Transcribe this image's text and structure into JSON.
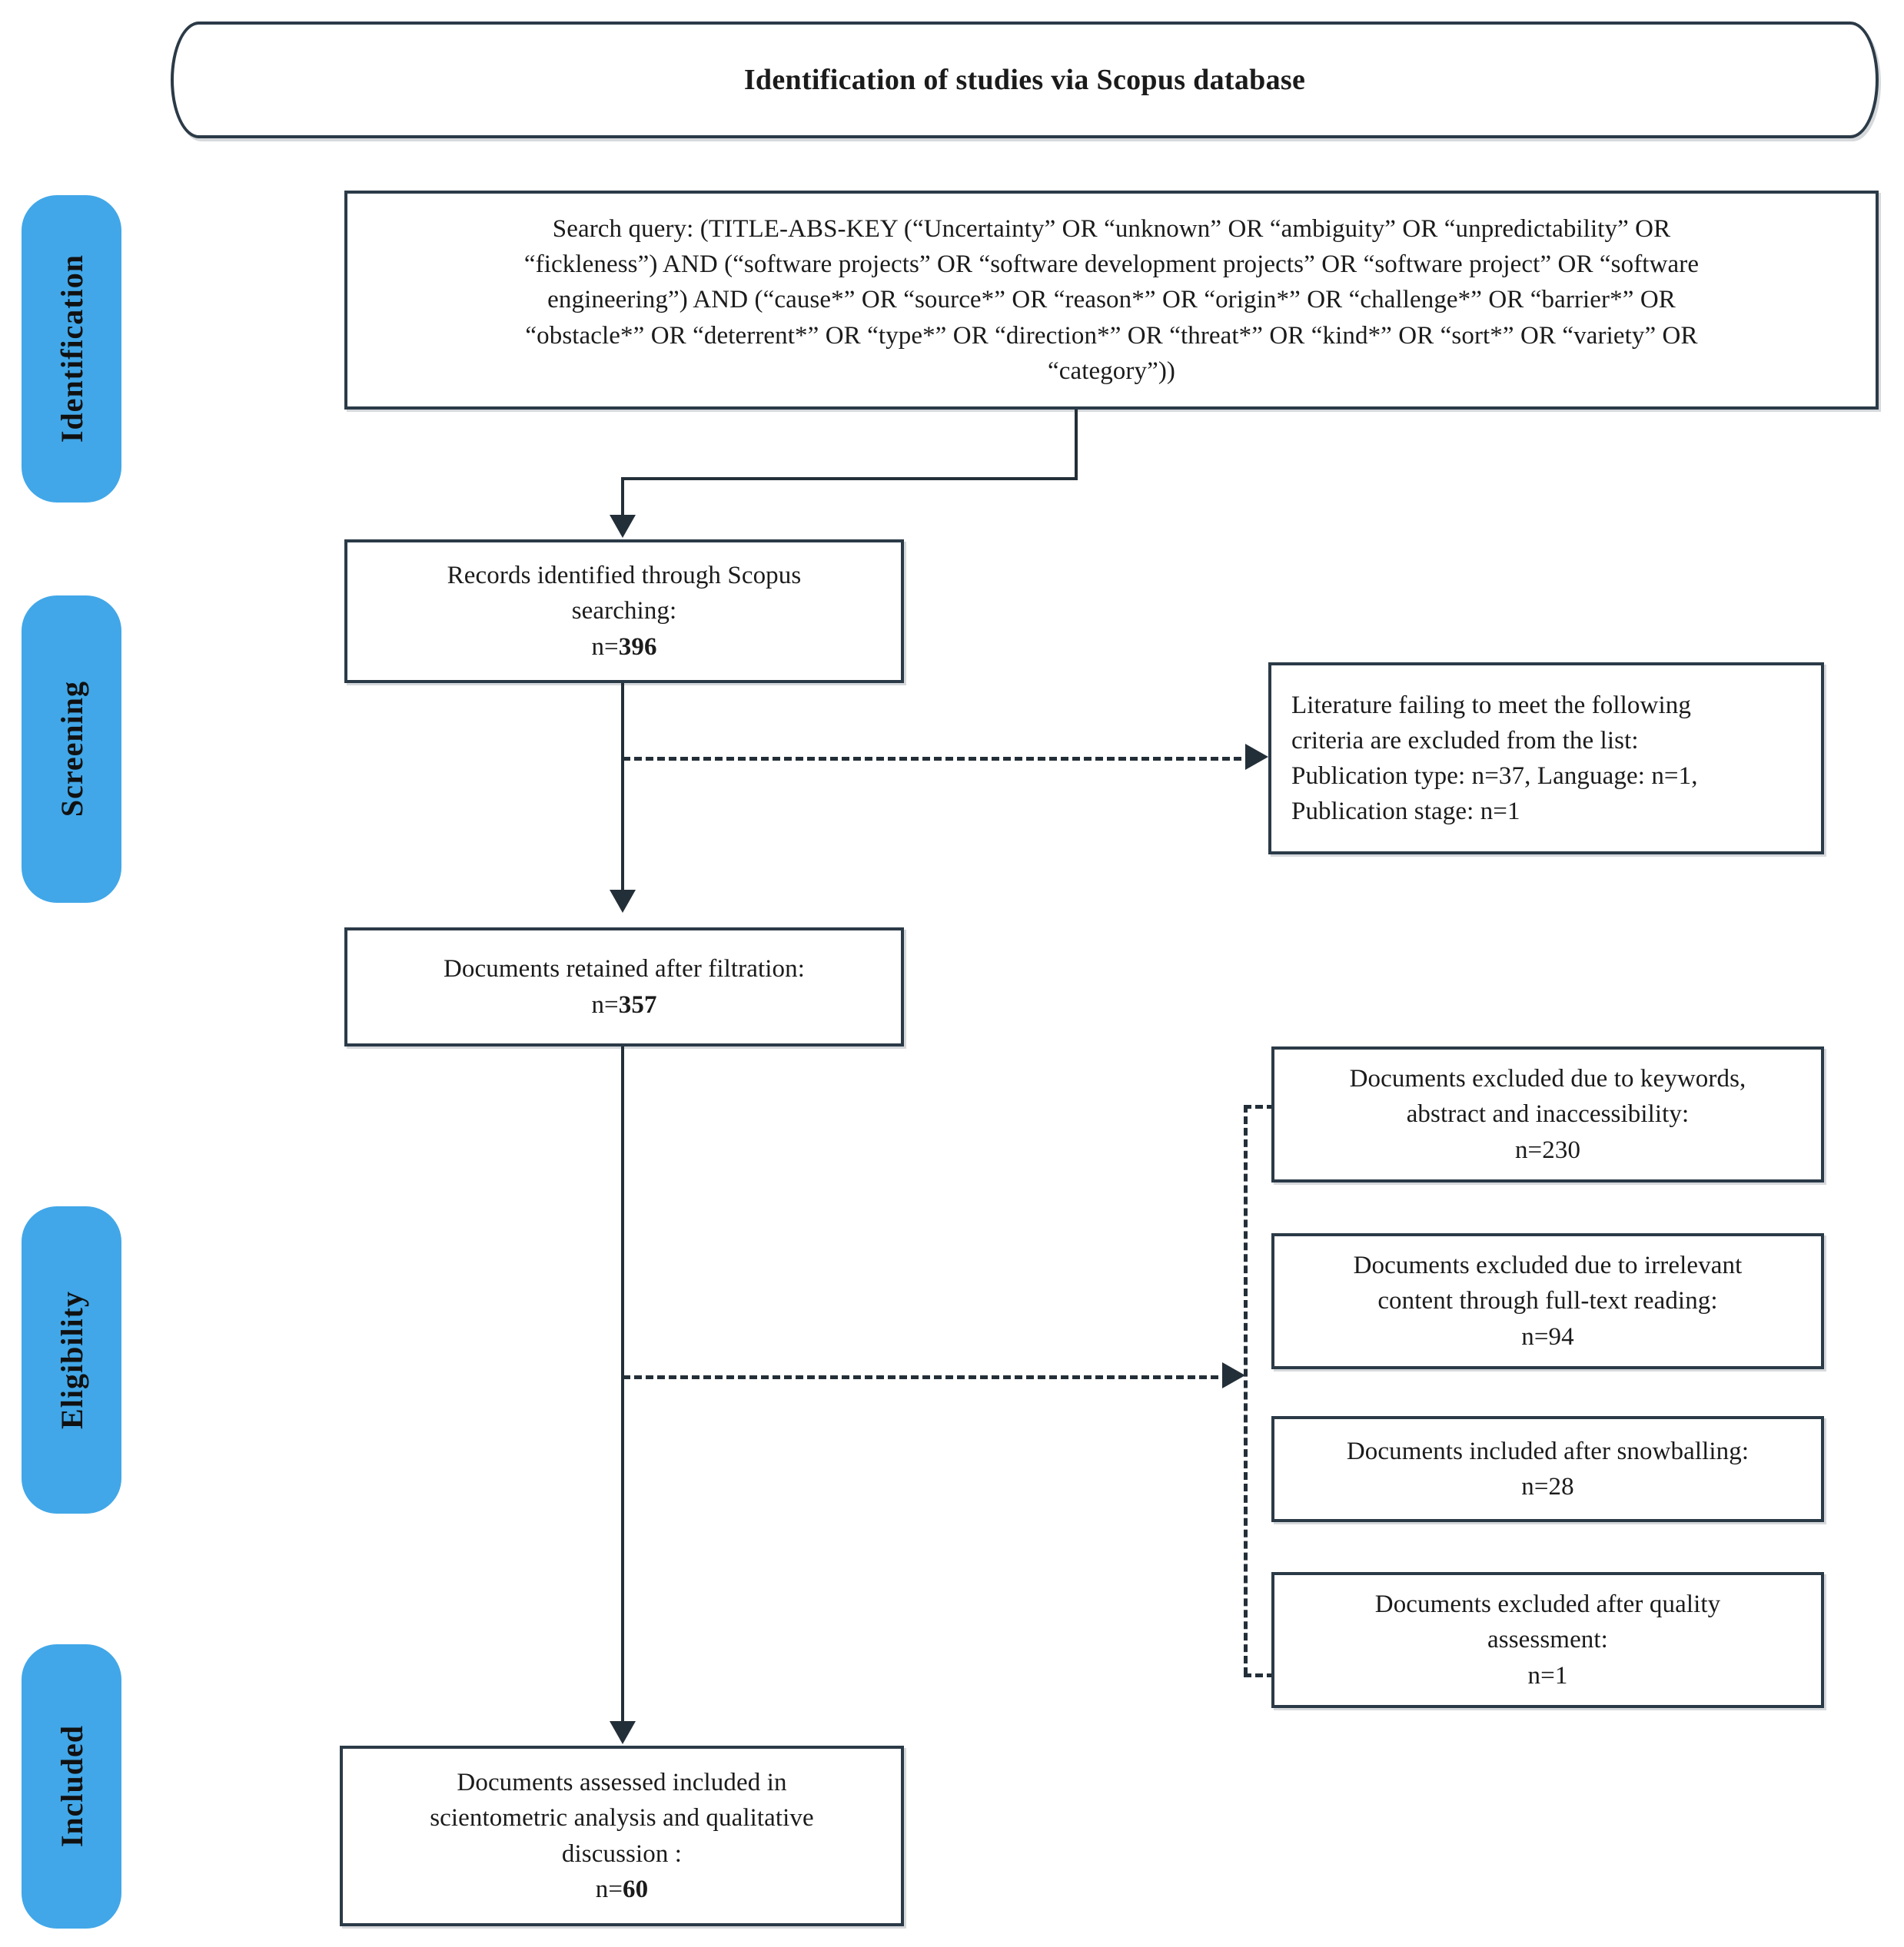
{
  "banner": {
    "title": "Identification of studies via Scopus database"
  },
  "stages": [
    {
      "label": "Identification"
    },
    {
      "label": "Screening"
    },
    {
      "label": "Eligibility"
    },
    {
      "label": "Included"
    }
  ],
  "search_query_box": {
    "lines": [
      "Search query: (TITLE-ABS-KEY (“Uncertainty” OR “unknown” OR “ambiguity” OR “unpredictability” OR",
      "“fickleness”) AND (“software projects” OR “software development projects” OR “software project” OR “software",
      "engineering”) AND (“cause*” OR “source*” OR “reason*” OR “origin*” OR “challenge*” OR “barrier*” OR",
      "“obstacle*” OR “deterrent*” OR “type*” OR “direction*” OR “threat*” OR “kind*” OR “sort*” OR “variety” OR",
      "“category”))"
    ]
  },
  "records_identified_box": {
    "line1": "Records identified through Scopus",
    "line2": "searching:",
    "count_prefix": "n=",
    "count": "396"
  },
  "excluded_criteria_box": {
    "line1": "Literature failing to meet the following",
    "line2": "criteria are excluded from the list:",
    "line3": "Publication type: n=37, Language: n=1,",
    "line4": "Publication stage:  n=1"
  },
  "documents_retained_box": {
    "line1": "Documents retained after filtration:",
    "count_prefix": "n=",
    "count": "357"
  },
  "excluded_keywords_box": {
    "line1": "Documents excluded due to keywords,",
    "line2": "abstract and inaccessibility:",
    "line3": "n=230"
  },
  "excluded_fulltext_box": {
    "line1": "Documents excluded due to irrelevant",
    "line2": "content through full-text reading:",
    "line3": "n=94"
  },
  "included_snowballing_box": {
    "line1": "Documents included after snowballing:",
    "line2": "n=28"
  },
  "excluded_quality_box": {
    "line1": "Documents excluded after quality",
    "line2": "assessment:",
    "line3": "n=1"
  },
  "final_included_box": {
    "line1": "Documents assessed included in",
    "line2": "scientometric analysis and qualitative",
    "line3": "discussion :",
    "count_prefix": "n=",
    "count": "60"
  },
  "colors": {
    "stage_pill": "#41a7e8",
    "box_border": "#2b3a47",
    "connector": "#232f38",
    "background": "#ffffff",
    "text": "#1b1b1b"
  }
}
